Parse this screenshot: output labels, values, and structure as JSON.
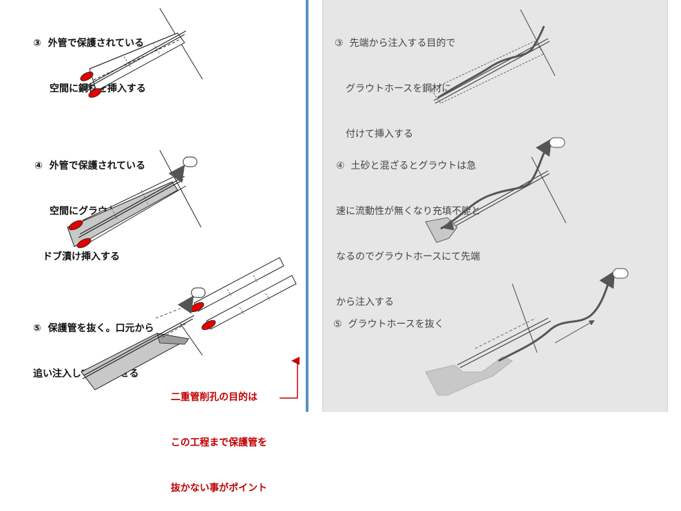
{
  "left": {
    "step3": {
      "line1": "③  外管で保護されている",
      "line2": "空間に鋼材を挿入する"
    },
    "step4": {
      "line1": "④  外管で保護されている",
      "line2": "空間にグラウトを",
      "line3": "ドブ漬け挿入する"
    },
    "step5": {
      "line1": "⑤  保護管を抜く。口元から",
      "line2": "追い注入して充填させる"
    },
    "note": {
      "line1": "二重管削孔の目的は",
      "line2": "この工程まで保護管を",
      "line3": "抜かない事がポイント"
    }
  },
  "right": {
    "step3": {
      "line1": "③  先端から注入する目的で",
      "line2": "グラウトホースを鋼材に",
      "line3": "付けて挿入する"
    },
    "step4": {
      "line1": "④  土砂と混ざるとグラウトは急",
      "line2": "速に流動性が無くなり充填不能と",
      "line3": "なるのでグラウトホースにて先端",
      "line4": "から注入する"
    },
    "step5": {
      "line1": "⑤  グラウトホースを抜く"
    }
  },
  "colors": {
    "divider": "#5b8fc1",
    "tip": "#e00000",
    "note": "#c00000",
    "grout": "#bfbfbf",
    "panel": "#e6e6e6"
  }
}
